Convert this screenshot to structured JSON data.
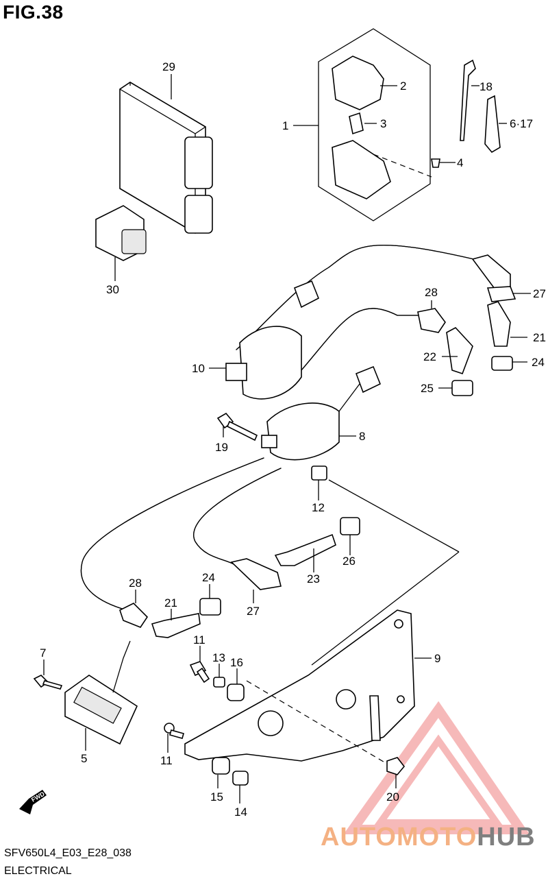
{
  "figure": {
    "title": "FIG.38"
  },
  "footer": {
    "code": "SFV650L4_E03_E28_038",
    "section": "ELECTRICAL"
  },
  "watermark": {
    "part1": "AUTOMOTO",
    "part2": "HUB",
    "color1": "#f4b183",
    "color2": "#7f7f7f",
    "triangle_color": "#f08080"
  },
  "callouts": {
    "c1": "1",
    "c2": "2",
    "c3": "3",
    "c4": "4",
    "c5": "5",
    "c617": "6·17",
    "c7": "7",
    "c8": "8",
    "c9": "9",
    "c10": "10",
    "c11a": "11",
    "c11b": "11",
    "c12": "12",
    "c13": "13",
    "c14": "14",
    "c15": "15",
    "c16": "16",
    "c18": "18",
    "c19": "19",
    "c20": "20",
    "c21a": "21",
    "c21b": "21",
    "c22": "22",
    "c23": "23",
    "c24a": "24",
    "c24b": "24",
    "c25": "25",
    "c26": "26",
    "c27a": "27",
    "c27b": "27",
    "c28a": "28",
    "c28b": "28",
    "c29": "29",
    "c30": "30"
  },
  "fwd_arrow": {
    "label": "FWD"
  }
}
